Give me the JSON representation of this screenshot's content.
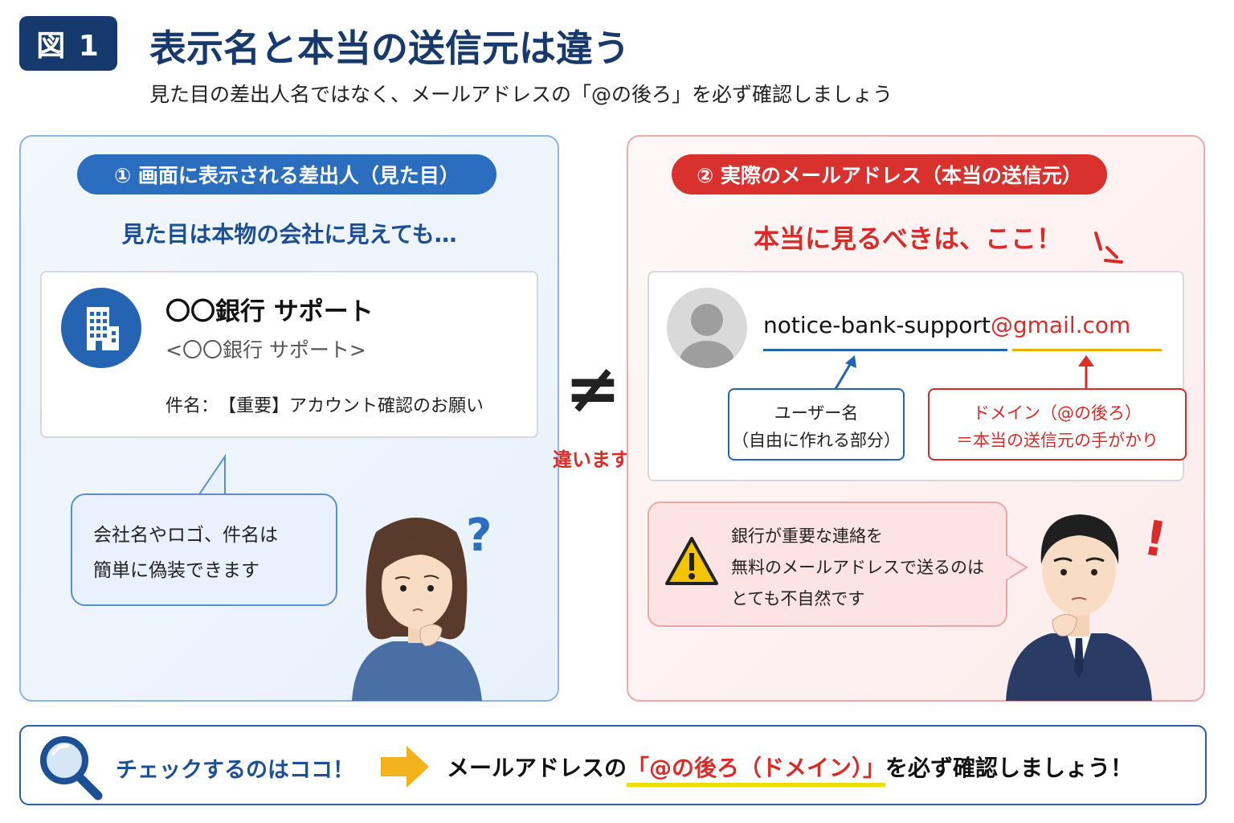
{
  "header": {
    "figure_label": "図 1",
    "title": "表示名と本当の送信元は違う",
    "subtitle": "見た目の差出人名ではなく、メールアドレスの「@の後ろ」を必ず確認しましょう"
  },
  "left_panel": {
    "pill": "① 画面に表示される差出人（見た目）",
    "heading": "見た目は本物の会社に見えても…",
    "sender_name": "〇〇銀行 サポート",
    "sender_sub": "<〇〇銀行 サポート>",
    "subject": "件名：　【重要】アカウント確認のお願い",
    "bubble_line1": "会社名やロゴ、件名は",
    "bubble_line2": "簡単に偽装できます",
    "icon": "building-icon"
  },
  "center": {
    "symbol": "≠",
    "label": "違います！"
  },
  "right_panel": {
    "pill": "② 実際のメールアドレス（本当の送信元）",
    "heading": "本当に見るべきは、ここ！",
    "email_user": "notice-bank-support",
    "email_domain": "@gmail.com",
    "user_label_line1": "ユーザー名",
    "user_label_line2": "（自由に作れる部分）",
    "domain_label_line1": "ドメイン（@の後ろ）",
    "domain_label_line2": "＝本当の送信元の手がかり",
    "warning_line1": "銀行が重要な連絡を",
    "warning_line2": "無料のメールアドレスで送るのは",
    "warning_line3": "とても不自然です",
    "icon": "warning-icon"
  },
  "marks": {
    "question": "?",
    "exclaim": "!"
  },
  "bottom": {
    "check_label": "チェックするのはココ！",
    "text_before": "メールアドレスの",
    "highlight": "「@の後ろ（ドメイン）」",
    "text_after": "を必ず確認しましょう！"
  },
  "colors": {
    "navy": "#163a6e",
    "blue": "#2b6ec0",
    "red": "#d92b27",
    "yellow": "#f3dc00"
  }
}
